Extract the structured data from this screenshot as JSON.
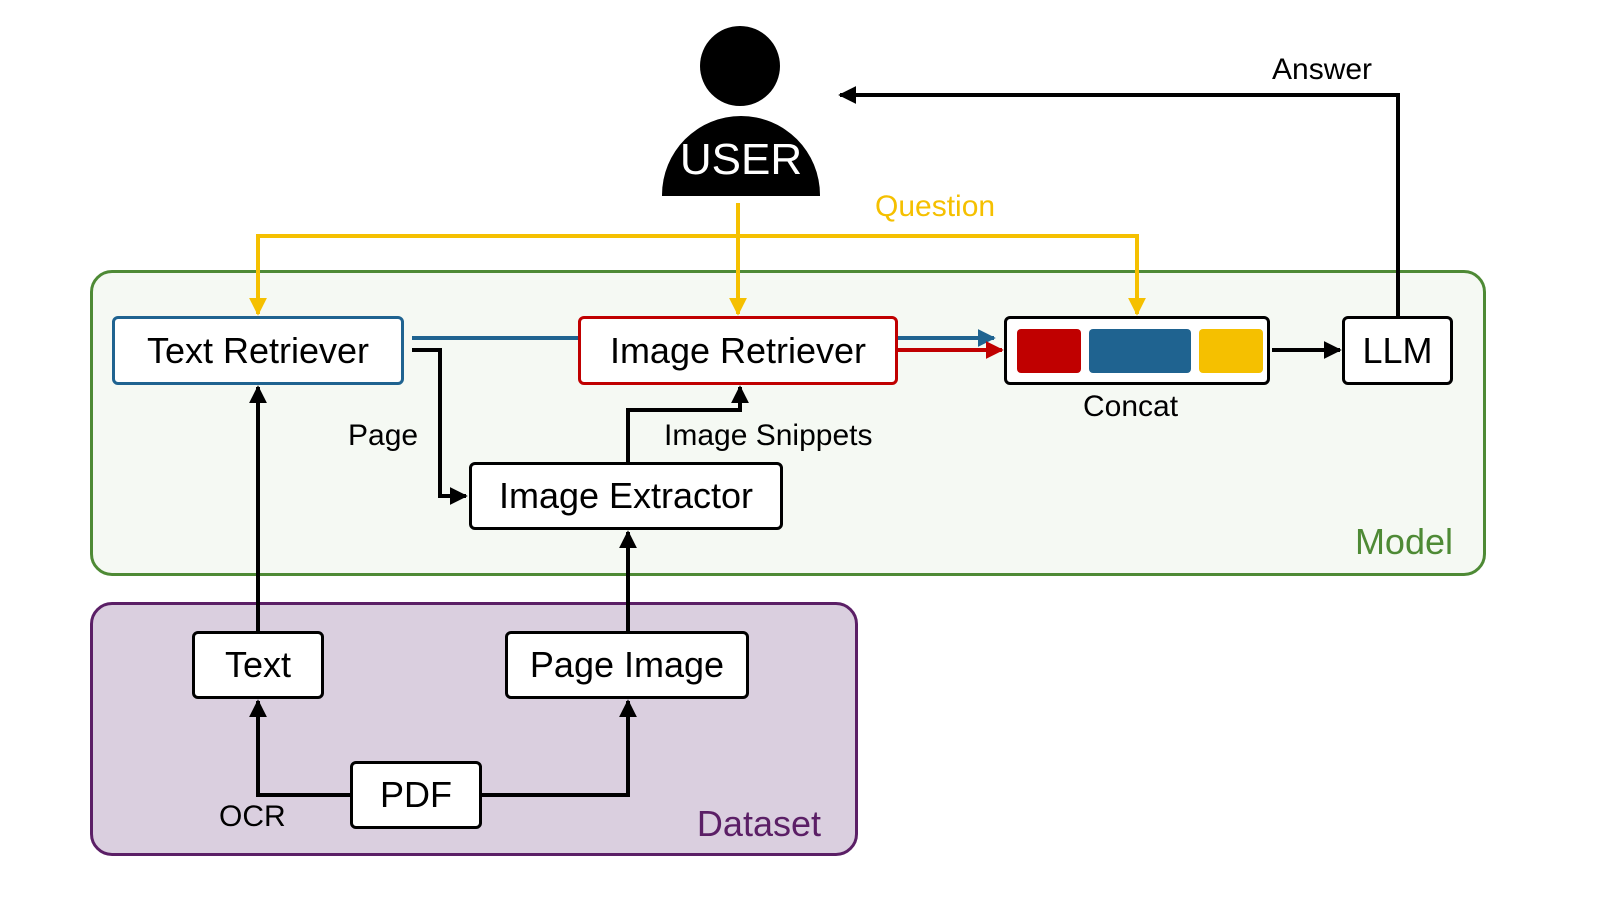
{
  "colors": {
    "model": "#4e8a35",
    "dataset": "#5b1f66",
    "question": "#f5c000",
    "text_flow": "#1f6390",
    "image_flow": "#c00000",
    "neutral": "#000000"
  },
  "user": {
    "label": "USER",
    "icon": "user-icon"
  },
  "regions": {
    "model": "Model",
    "dataset": "Dataset"
  },
  "nodes": {
    "text_retriever": "Text Retriever",
    "image_retriever": "Image Retriever",
    "image_extractor": "Image Extractor",
    "llm": "LLM",
    "text": "Text",
    "page_image": "Page Image",
    "pdf": "PDF"
  },
  "concat": {
    "label": "Concat",
    "chips": [
      {
        "color": "#c00000"
      },
      {
        "color": "#1f6390"
      },
      {
        "color": "#f5c000"
      }
    ]
  },
  "edge_labels": {
    "question": "Question",
    "answer": "Answer",
    "page": "Page",
    "image_snippets": "Image Snippets",
    "ocr": "OCR"
  }
}
